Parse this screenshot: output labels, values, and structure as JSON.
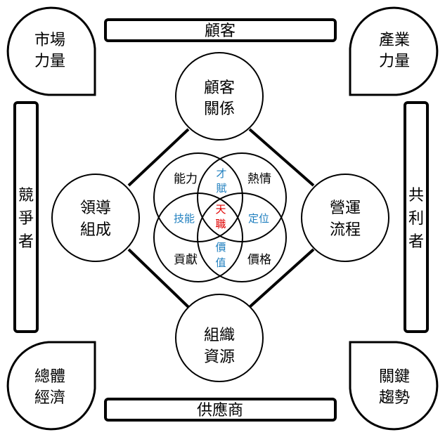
{
  "corners": {
    "top_left": [
      "市場",
      "力量"
    ],
    "top_right": [
      "產業",
      "力量"
    ],
    "bottom_left": [
      "總體",
      "經濟"
    ],
    "bottom_right": [
      "關鍵",
      "趨勢"
    ]
  },
  "bars": {
    "top": "顧客",
    "bottom": "供應商",
    "left": [
      "競",
      "爭",
      "者"
    ],
    "right": [
      "共",
      "利",
      "者"
    ]
  },
  "nodes": {
    "top": [
      "顧客",
      "關係"
    ],
    "left": [
      "領導",
      "組成"
    ],
    "right": [
      "營運",
      "流程"
    ],
    "bottom": [
      "組織",
      "資源"
    ]
  },
  "venn": {
    "top_left": "能力",
    "top_right": "熱情",
    "bottom_left": "貢獻",
    "bottom_right": "價格",
    "top": [
      "才",
      "賦"
    ],
    "left": "技能",
    "right": "定位",
    "bottom": [
      "價",
      "值"
    ],
    "center": [
      "天",
      "職"
    ]
  },
  "colors": {
    "line": "#000000",
    "blue_text": "#1f7fbf",
    "red_text": "#e00000"
  }
}
